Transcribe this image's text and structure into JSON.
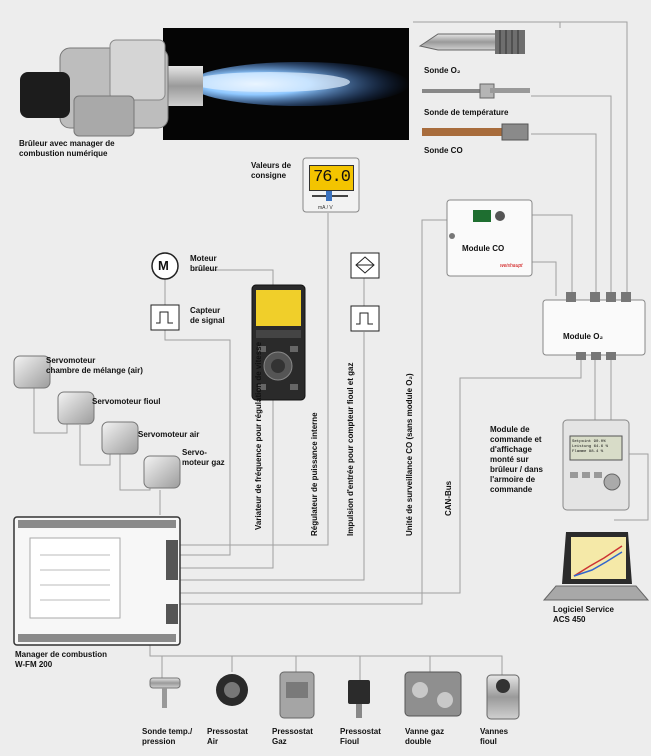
{
  "labels": {
    "burner": "Brûleur avec manager de\ncombustion numérique",
    "setpoint": "Valeurs de\nconsigne",
    "setpoint_value": "76.0",
    "setpoint_unit": "mA / V",
    "sonde_o2": "Sonde O₂",
    "sonde_temp": "Sonde de température",
    "sonde_co": "Sonde CO",
    "module_co": "Module CO",
    "module_o2": "Module O₂",
    "motor_symbol": "M",
    "motor": "Moteur\nbrûleur",
    "sensor": "Capteur\nde signal",
    "servo_air_mix": "Servomoteur\nchambre de mélange (air)",
    "servo_fioul": "Servomoteur fioul",
    "servo_air": "Servomoteur air",
    "servo_gaz": "Servo-\nmoteur gaz",
    "vfd": "Variateur de fréquence\npour régulation de vitesse",
    "power_reg": "Régulateur de puissance interne",
    "pulse_input": "Impulsion d'entrée pour compteur fioul et gaz",
    "co_monitor": "Unité de surveillance CO (sans module O₂)",
    "canbus": "CAN-Bus",
    "display_module": "Module de\ncommande et\nd'affichage\nmonté sur\nbrûleur / dans\nl'armoire de\ncommande",
    "acs": "Logiciel Service\nACS 450",
    "manager": "Manager de combustion\nW-FM 200",
    "b1": "Sonde temp./\npression",
    "b2": "Pressostat\nAir",
    "b3": "Pressostat\nGaz",
    "b4": "Pressostat\nFioul",
    "b5": "Vanne gaz\ndouble",
    "b6": "Vannes\nfioul"
  },
  "brand": "weishaupt",
  "display_lines": "Setpoint  90.0%\nLeistung  64.6 %\nFlamme   88.4 %",
  "colors": {
    "flame": "#6fb6ff",
    "lcd": "#f3c400",
    "brand": "#cc0000",
    "lines": "#999999"
  }
}
